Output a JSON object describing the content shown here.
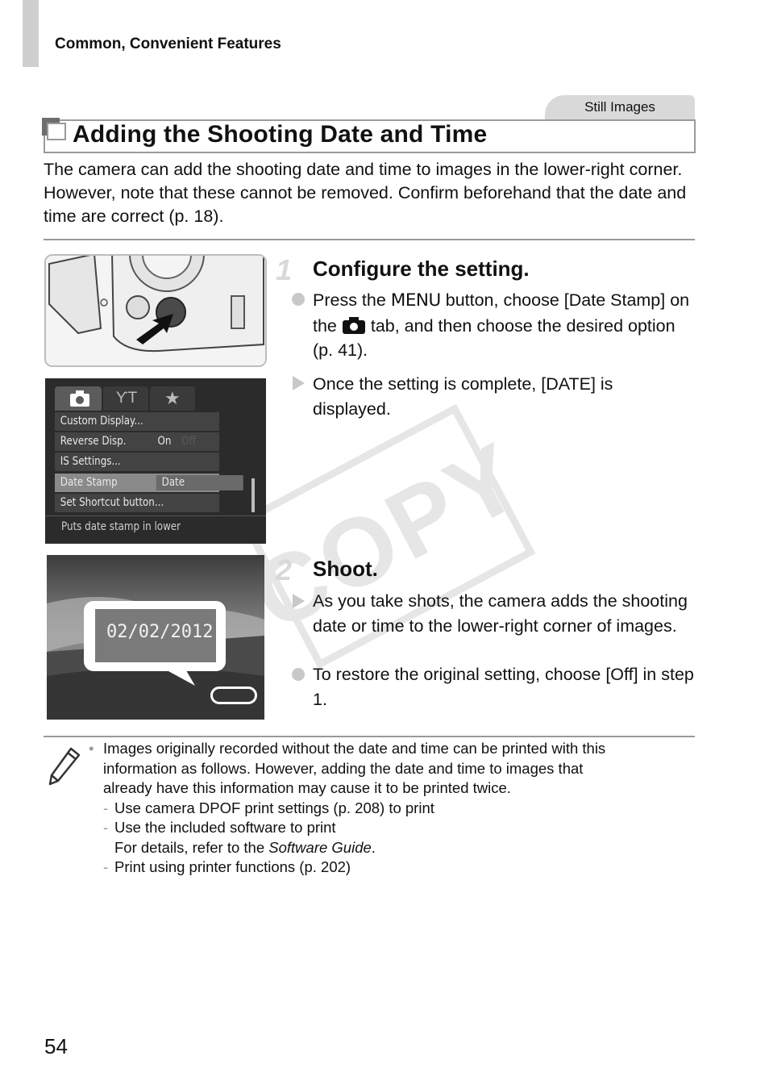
{
  "header": {
    "section": "Common, Convenient Features"
  },
  "badge": {
    "label": "Still Images"
  },
  "title": "Adding the Shooting Date and Time",
  "intro": "The camera can add the shooting date and time to images in the lower-right corner. However, note that these cannot be removed. Confirm beforehand that the date and time are correct (p. 18).",
  "step1": {
    "number": "1",
    "title": "Configure the setting.",
    "b1_a": "Press the ",
    "b1_menu": "MENU",
    "b1_b": " button, choose [Date Stamp] on the ",
    "b1_c": " tab, and then choose the desired option (p. 41).",
    "b2": "Once the setting is complete, [DATE] is displayed."
  },
  "menu_screen": {
    "rows": [
      "Custom Display...",
      "Reverse Disp.",
      "IS Settings...",
      "Date Stamp",
      "Set Shortcut button..."
    ],
    "reverse_value": "On",
    "reverse_off": "Off",
    "date_value": "Date",
    "help": "Puts date stamp in lower"
  },
  "step2": {
    "number": "2",
    "title": "Shoot.",
    "b1": "As you take shots, the camera adds the shooting date or time to the lower-right corner of images.",
    "b2": "To restore the original setting, choose [Off] in step 1."
  },
  "photo": {
    "date_stamp": "02/02/2012"
  },
  "note": {
    "l1": "Images originally recorded without the date and time can be printed with this",
    "l2": "information as follows. However, adding the date and time to images that",
    "l3": "already have this information may cause it to be printed twice.",
    "s1": "Use camera DPOF print settings (p. 208) to print",
    "s2": "Use the included software to print",
    "s2b_a": "For details, refer to the ",
    "s2b_i": "Software Guide",
    "s2b_c": ".",
    "s3": "Print using printer functions (p. 202)"
  },
  "watermark": "COPY",
  "page_number": "54"
}
